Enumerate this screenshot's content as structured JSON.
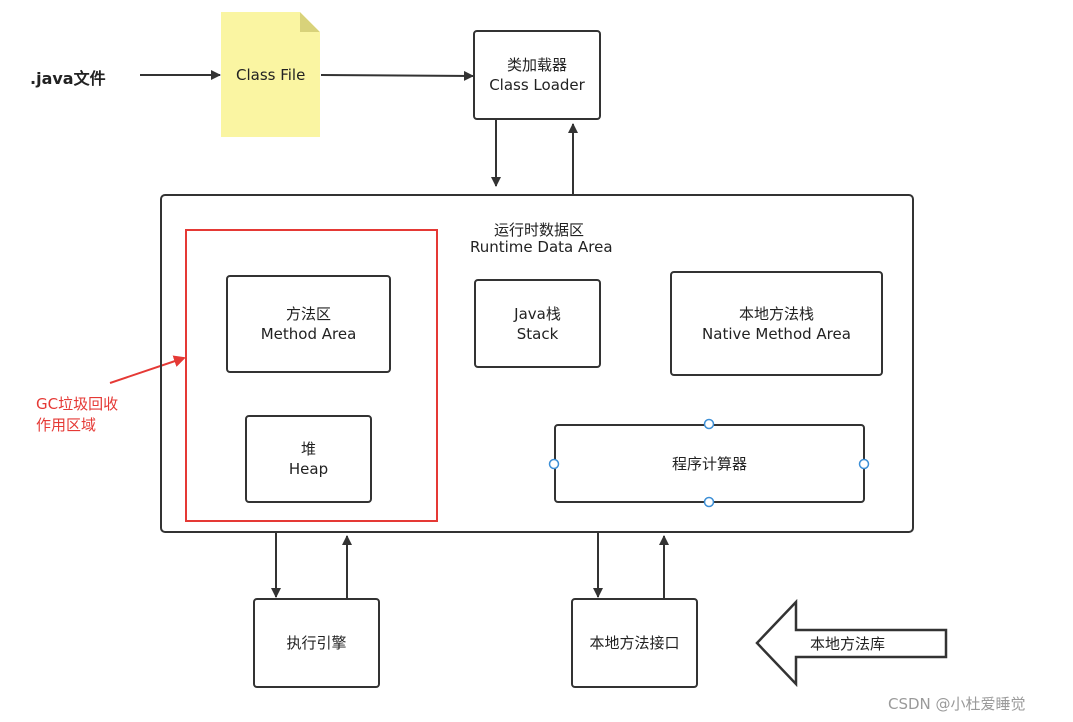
{
  "source": {
    "label": ".java文件"
  },
  "class_file": {
    "label": "Class File",
    "fill_color": "#FAF5A2"
  },
  "class_loader": {
    "line1": "类加载器",
    "line2": "Class Loader"
  },
  "runtime_data_area": {
    "line1": "运行时数据区",
    "line2": "Runtime Data Area"
  },
  "method_area": {
    "line1": "方法区",
    "line2": "Method Area"
  },
  "heap": {
    "line1": "堆",
    "line2": "Heap"
  },
  "java_stack": {
    "line1": "Java栈",
    "line2": "Stack"
  },
  "native_method_stack": {
    "line1": "本地方法栈",
    "line2": "Native Method Area"
  },
  "program_counter": {
    "label": "程序计算器"
  },
  "gc_region": {
    "line1": "GC垃圾回收",
    "line2": "作用区域",
    "color": "#E53935"
  },
  "execution_engine": {
    "label": "执行引擎"
  },
  "native_interface": {
    "label": "本地方法接口"
  },
  "native_library": {
    "label": "本地方法库"
  },
  "watermark": {
    "text": "CSDN @小杜爱睡觉"
  }
}
